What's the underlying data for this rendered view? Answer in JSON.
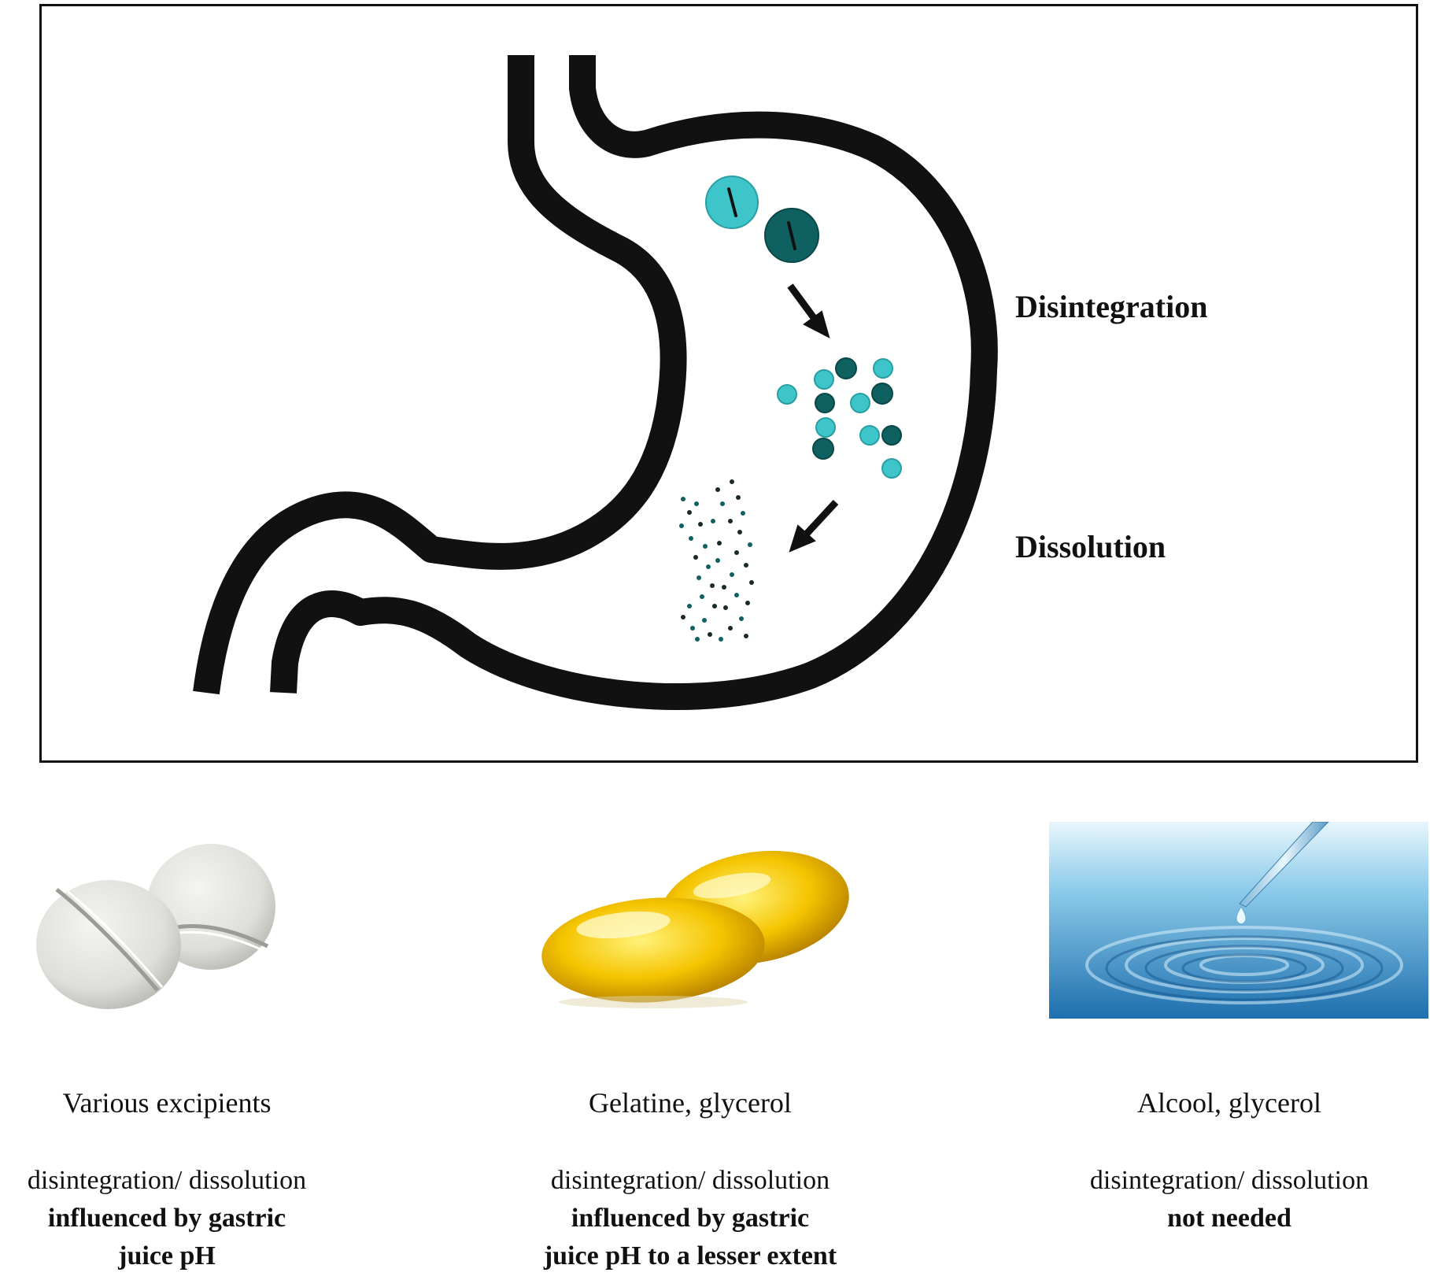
{
  "stomach_panel": {
    "stages": [
      {
        "label": "Disintegration"
      },
      {
        "label": "Dissolution"
      }
    ]
  },
  "colors": {
    "outline": "#111111",
    "light_particle": "#3ec5c9",
    "dark_particle": "#0f6161",
    "dark_particle_stroke": "#0b4747",
    "capsule_yellow": "#f5c400",
    "liquid_blue": "#2e7fb8"
  },
  "dosage_forms": [
    {
      "icon": "tablet-icon",
      "excipients": "Various excipients",
      "process": "disintegration/ dissolution",
      "influence": [
        "influenced by gastric",
        "juice pH"
      ]
    },
    {
      "icon": "softgel-capsule-icon",
      "excipients": "Gelatine, glycerol",
      "process": "disintegration/ dissolution",
      "influence": [
        "influenced by gastric",
        "juice pH to a lesser extent"
      ]
    },
    {
      "icon": "liquid-drop-icon",
      "excipients": "Alcool, glycerol",
      "process": "disintegration/ dissolution",
      "influence": [
        "not needed"
      ]
    }
  ]
}
